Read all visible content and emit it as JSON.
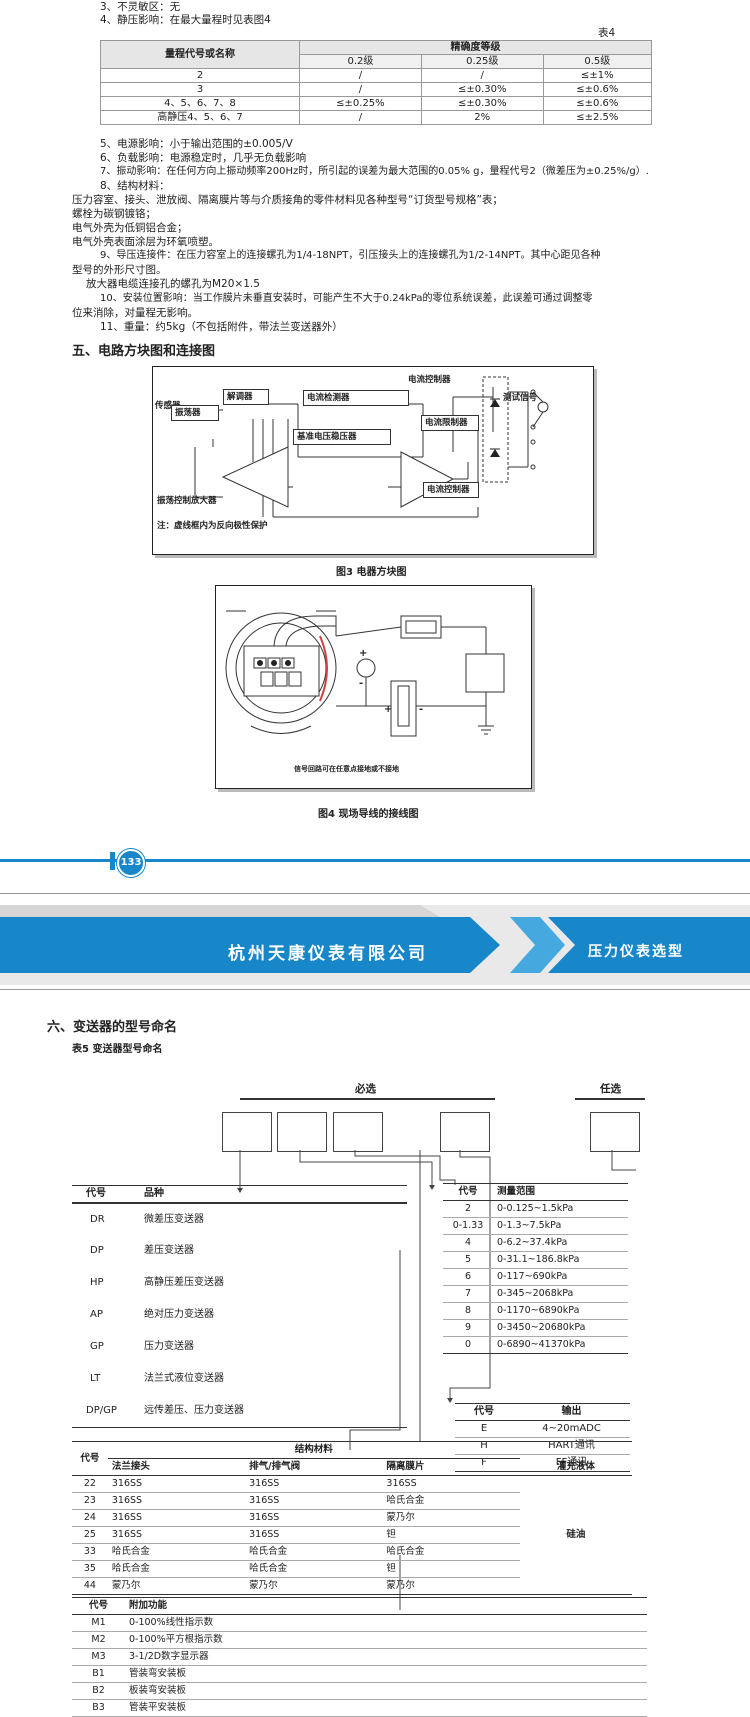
{
  "top_lines": {
    "l3": "3、不灵敏区：无",
    "l4": "4、静压影响：在最大量程时见表图4"
  },
  "table4": {
    "title": "表4",
    "head_name": "量程代号或名称",
    "head_accuracy": "精确度等级",
    "grades": [
      "0.2级",
      "0.25级",
      "0.5级"
    ],
    "rows": [
      [
        "2",
        "/",
        "/",
        "≤±1%"
      ],
      [
        "3",
        "/",
        "≤±0.30%",
        "≤±0.6%"
      ],
      [
        "4、5、6、7、8",
        "≤±0.25%",
        "≤±0.30%",
        "≤±0.6%"
      ],
      [
        "高静压4、5、6、7",
        "/",
        "2%",
        "≤±2.5%"
      ]
    ]
  },
  "specs": {
    "l5": "5、电源影响：小于输出范围的±0.005/V",
    "l6": "6、负载影响：电源稳定时，几乎无负载影响",
    "l7": "7、振动影响：在任何方向上振动频率200Hz时，所引起的误差为最大范围的0.05% g，量程代号2（微差压为±0.25%/g）.",
    "l8": "8、结构材料：",
    "l8a": "压力容室、接头、泄放阀、隔离膜片等与介质接角的零件材料见各种型号“订货型号规格”表；",
    "l8b": "螺栓为碳钢镀铬；",
    "l8c": "电气外壳为低铜铝合金；",
    "l8d": "电气外壳表面涂层为环氧喷塑。",
    "l9": "9、导压连接件：在压力容室上的连接螺孔为1/4-18NPT，引压接头上的连接螺孔为1/2-14NPT。其中心距见各种",
    "l9b": "型号的外形尺寸图。",
    "l9c": "放大器电缆连接孔的螺孔为M20×1.5",
    "l10": "10、安装位置影响：当工作膜片未垂直安装时，可能产生不大于0.24kPa的零位系统误差，此误差可通过调整零",
    "l10b": "位来消除，对量程无影响。",
    "l11": "11、重量：约5kg（不包括附件，带法兰变送器外）"
  },
  "section5_title": "五、电路方块图和连接图",
  "fig3": {
    "blocks": {
      "sensor": "传感器",
      "demod": "解调器",
      "osc": "振荡器",
      "cur_detect": "电流检测器",
      "cur_ctrl_top": "电流控制器",
      "cur_limit": "电流限制器",
      "ref_reg": "基准电压稳压器",
      "cur_ctrl": "电流控制器",
      "test_signal": "测试信号",
      "osc_amp": "振荡控制放大器",
      "note": "注：虚线框内为反向极性保护"
    },
    "caption": "图3 电器方块图"
  },
  "fig4": {
    "note": "信号回路可在任意点接地或不接地",
    "caption": "图4 现场导线的接线图",
    "plus": "+",
    "minus": "-"
  },
  "page_number": "133",
  "banner": {
    "company": "杭州天康仪表有限公司",
    "section": "压力仪表选型"
  },
  "section6_title": "六、变送器的型号命名",
  "table5_title": "表5 变送器型号命名",
  "model": {
    "required": "必选",
    "optional": "任选"
  },
  "product_table": {
    "head_code": "代号",
    "head_name": "品种",
    "rows": [
      [
        "DR",
        "微差压变送器"
      ],
      [
        "DP",
        "差压变送器"
      ],
      [
        "HP",
        "高静压差压变送器"
      ],
      [
        "AP",
        "绝对压力变送器"
      ],
      [
        "GP",
        "压力变送器"
      ],
      [
        "LT",
        "法兰式液位变送器"
      ],
      [
        "DP/GP",
        "远传差压、压力变送器"
      ]
    ]
  },
  "range_table": {
    "head_code": "代号",
    "head_range": "测量范围",
    "rows": [
      [
        "2",
        "0-0.125~1.5kPa"
      ],
      [
        "0-1.33",
        "0-1.3~7.5kPa"
      ],
      [
        "4",
        "0-6.2~37.4kPa"
      ],
      [
        "5",
        "0-31.1~186.8kPa"
      ],
      [
        "6",
        "0-117~690kPa"
      ],
      [
        "7",
        "0-345~2068kPa"
      ],
      [
        "8",
        "0-1170~6890kPa"
      ],
      [
        "9",
        "0-3450~20680kPa"
      ],
      [
        "0",
        "0-6890~41370kPa"
      ]
    ]
  },
  "output_table": {
    "head_code": "代号",
    "head_output": "输出",
    "rows": [
      [
        "E",
        "4~20mADC"
      ],
      [
        "H",
        "HART通讯"
      ],
      [
        "F",
        "FF通讯"
      ]
    ]
  },
  "material_table": {
    "head_title": "结构材料",
    "head_code": "代号",
    "head_flange": "法兰接头",
    "head_vent": "排气/排气阀",
    "head_diaphragm": "隔离膜片",
    "head_fill": "灌充液体",
    "fill_value": "硅油",
    "rows": [
      [
        "22",
        "316SS",
        "316SS",
        "316SS"
      ],
      [
        "23",
        "316SS",
        "316SS",
        "哈氏合金"
      ],
      [
        "24",
        "316SS",
        "316SS",
        "蒙乃尔"
      ],
      [
        "25",
        "316SS",
        "316SS",
        "钽"
      ],
      [
        "33",
        "哈氏合金",
        "哈氏合金",
        "哈氏合金"
      ],
      [
        "35",
        "哈氏合金",
        "哈氏合金",
        "钽"
      ],
      [
        "44",
        "蒙乃尔",
        "蒙乃尔",
        "蒙乃尔"
      ]
    ]
  },
  "addon_table": {
    "head_code": "代号",
    "head_func": "附加功能",
    "rows": [
      [
        "M1",
        "0-100%线性指示数"
      ],
      [
        "M2",
        "0-100%平方根指示数"
      ],
      [
        "M3",
        "3-1/2D数字显示器"
      ],
      [
        "B1",
        "管装弯安装板"
      ],
      [
        "B2",
        "板装弯安装板"
      ],
      [
        "B3",
        "管装平安装板"
      ]
    ]
  },
  "colors": {
    "banner_blue": "#1787c9",
    "light_blue": "#45a9e0"
  }
}
